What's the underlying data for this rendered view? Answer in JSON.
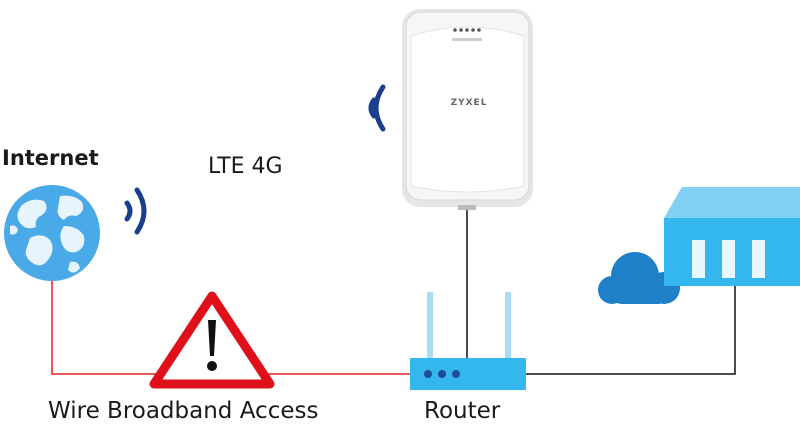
{
  "labels": {
    "internet": "Internet",
    "lte": "LTE 4G",
    "wire_broadband": "Wire Broadband Access",
    "router": "Router",
    "device_brand": "ZYXEL"
  },
  "colors": {
    "wired_line": "#e02020",
    "cellular_line": "#111111",
    "signal_waves": "#1a3f8f",
    "globe": "#3aa0e0",
    "router": "#33b7ee",
    "building": "#33b7ee",
    "cloud": "#1f7fc8",
    "warning_border": "#e0101a"
  },
  "icons": {
    "globe": "globe-icon",
    "warning": "warning-triangle-icon",
    "router": "router-icon",
    "lte_device": "outdoor-lte-router-icon",
    "building": "office-building-icon",
    "cloud": "cloud-icon"
  }
}
